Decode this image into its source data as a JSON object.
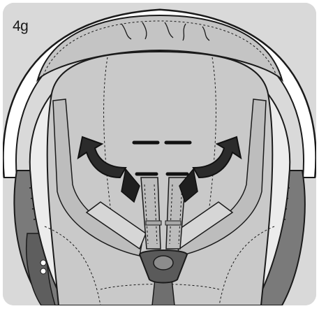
{
  "step_label": "4g",
  "palette": {
    "background": "#d9d9d9",
    "shell": "#ececec",
    "seat": "#c9c9c9",
    "outline": "#1a1a1a",
    "arrow": "#2b2b2b",
    "side": "#7a7a7a"
  },
  "icons": {
    "left_arrow": "curved-arrow-up-left",
    "right_arrow": "curved-arrow-up-right"
  }
}
